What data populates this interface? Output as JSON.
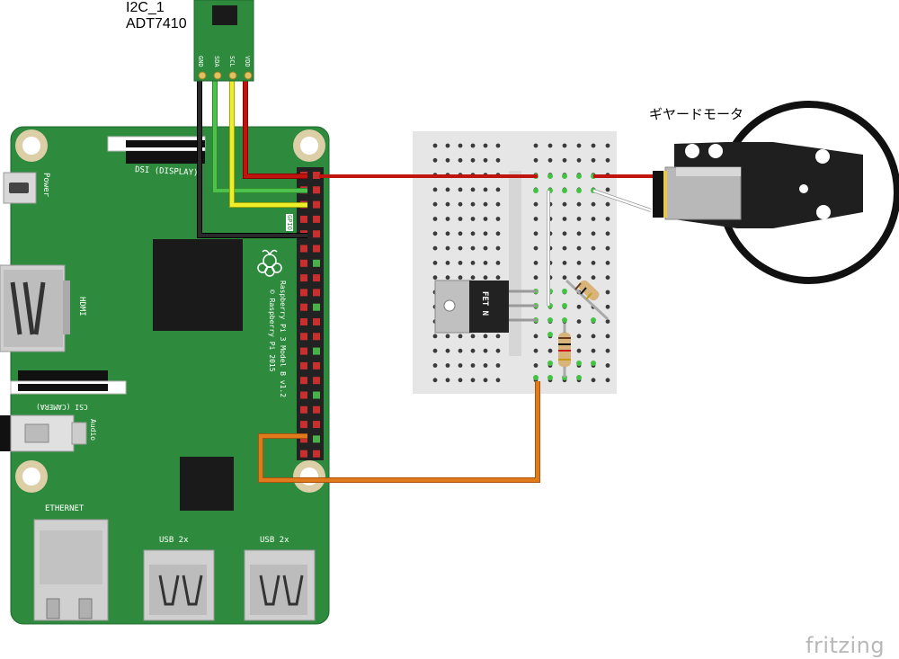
{
  "sensor": {
    "name_line1": "I2C_1",
    "name_line2": "ADT7410",
    "pins": [
      "GND",
      "SDA",
      "SCL",
      "VDD"
    ]
  },
  "motor": {
    "title": "ギヤードモータ"
  },
  "rpi": {
    "power_label": "Power",
    "dsi_label": "DSI (DISPLAY)",
    "hdmi_label": "HDMI",
    "csi_label": "CSI (CAMERA)",
    "audio_label": "Audio",
    "gpio_label": "GPIO",
    "model_line1": "Raspberry Pi 3 Model B v1.2",
    "model_line2": "© Raspberry Pi 2015",
    "ethernet_label": "ETHERNET",
    "usb_label_1": "USB 2x",
    "usb_label_2": "USB 2x"
  },
  "mosfet": {
    "label": "FET N"
  },
  "watermark": "fritzing",
  "colors": {
    "board_green": "#2e8b3e",
    "wire_red": "#c0140f",
    "wire_black": "#1a1a1a",
    "wire_green": "#3aae3a",
    "wire_yellow": "#e8e82a",
    "wire_orange": "#d97517",
    "breadboard": "#e8e8e8"
  }
}
